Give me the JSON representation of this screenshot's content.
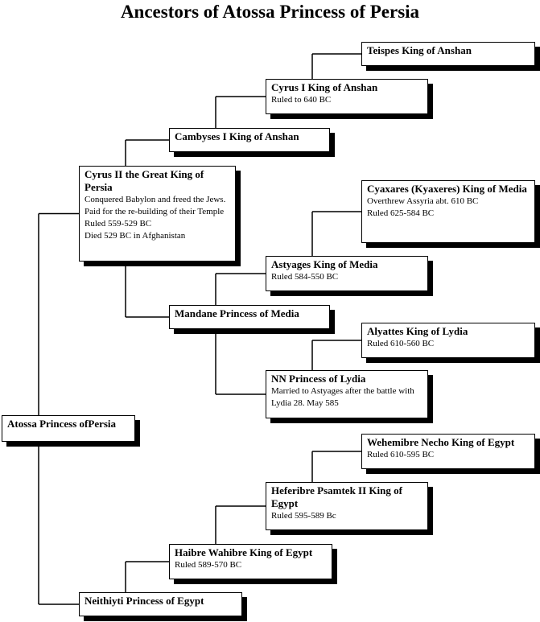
{
  "title": "Ancestors of Atossa Princess of Persia",
  "persons": {
    "atossa": {
      "name": "Atossa Princess ofPersia",
      "details": []
    },
    "cyrus2": {
      "name": "Cyrus II the Great King of Persia",
      "details": [
        "Conquered Babylon and freed the Jews. Paid for the  re-building of their Temple",
        "Ruled 559-529 BC",
        "Died 529 BC in Afghanistan"
      ]
    },
    "neithiyti": {
      "name": "Neithiyti Princess of Egypt",
      "details": []
    },
    "cambyses1": {
      "name": "Cambyses I King of Anshan",
      "details": []
    },
    "mandane": {
      "name": "Mandane Princess of Media",
      "details": []
    },
    "haibre": {
      "name": "Haibre Wahibre King of Egypt",
      "details": [
        "Ruled 589-570 BC"
      ]
    },
    "cyrus1": {
      "name": "Cyrus I King of Anshan",
      "details": [
        "Ruled to 640 BC"
      ]
    },
    "astyages": {
      "name": "Astyages King of Media",
      "details": [
        "Ruled 584-550 BC"
      ]
    },
    "nn_lydia": {
      "name": "NN Princess  of Lydia",
      "details": [
        "Married to Astyages after the battle with Lydia 28. May 585"
      ]
    },
    "heferibre": {
      "name": "Heferibre Psamtek II King of Egypt",
      "details": [
        "Ruled 595-589 Bc"
      ]
    },
    "teispes": {
      "name": "Teispes King of Anshan",
      "details": []
    },
    "cyaxares": {
      "name": "Cyaxares (Kyaxeres) King of Media",
      "details": [
        "Overthrew Assyria abt. 610 BC",
        "Ruled 625-584 BC"
      ]
    },
    "alyattes": {
      "name": "Alyattes King of Lydia",
      "details": [
        "Ruled 610-560 BC"
      ]
    },
    "wehemibre": {
      "name": "Wehemibre Necho King of Egypt",
      "details": [
        "Ruled 610-595 BC"
      ]
    }
  },
  "relations": [
    {
      "child": "atossa",
      "father": "cyrus2",
      "mother": "neithiyti"
    },
    {
      "child": "cyrus2",
      "father": "cambyses1",
      "mother": "mandane"
    },
    {
      "child": "cambyses1",
      "father": "cyrus1"
    },
    {
      "child": "cyrus1",
      "father": "teispes"
    },
    {
      "child": "mandane",
      "father": "astyages",
      "mother": "nn_lydia"
    },
    {
      "child": "astyages",
      "father": "cyaxares"
    },
    {
      "child": "nn_lydia",
      "father": "alyattes"
    },
    {
      "child": "neithiyti",
      "father": "haibre"
    },
    {
      "child": "haibre",
      "father": "heferibre"
    },
    {
      "child": "heferibre",
      "father": "wehemibre"
    }
  ]
}
